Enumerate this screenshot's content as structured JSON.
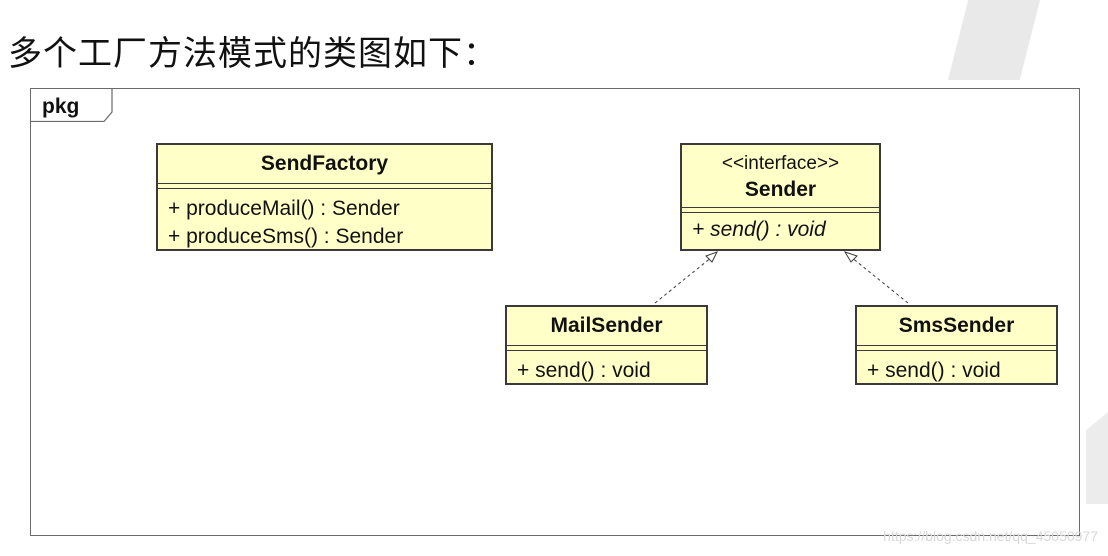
{
  "heading": "多个工厂方法模式的类图如下：",
  "package": {
    "label": "pkg"
  },
  "classes": {
    "send_factory": {
      "name": "SendFactory",
      "operations": [
        "+ produceMail() : Sender",
        "+ produceSms() : Sender"
      ]
    },
    "sender": {
      "stereotype": "<<interface>>",
      "name": "Sender",
      "operations": [
        "+ send() : void"
      ]
    },
    "mail_sender": {
      "name": "MailSender",
      "operations": [
        "+ send() : void"
      ]
    },
    "sms_sender": {
      "name": "SmsSender",
      "operations": [
        "+ send() : void"
      ]
    }
  },
  "relations": [
    {
      "type": "realization",
      "from": "MailSender",
      "to": "Sender"
    },
    {
      "type": "realization",
      "from": "SmsSender",
      "to": "Sender"
    }
  ],
  "watermark": "https://blog.csdn.net/qq_45050977",
  "colors": {
    "class_fill": "#ffffc8",
    "border": "#3a3a3a"
  }
}
